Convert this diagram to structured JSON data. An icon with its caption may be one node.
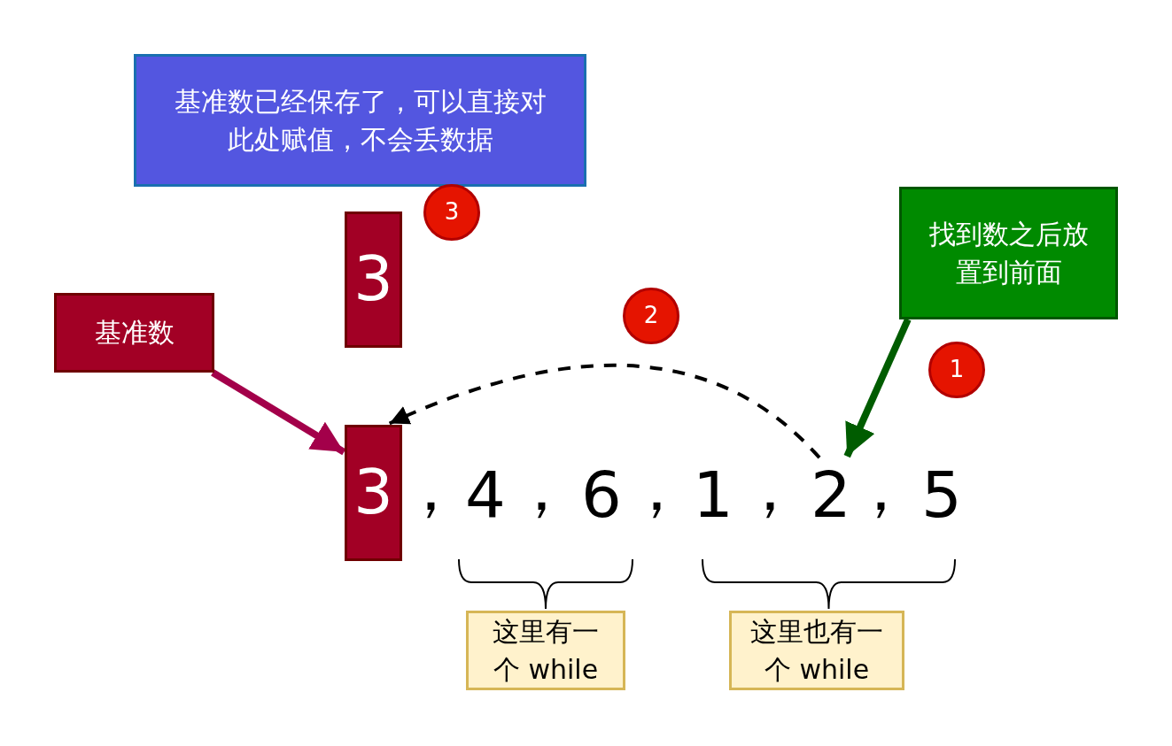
{
  "diagram": {
    "nodes": [
      {
        "text": [
          "基准数已经保存了，可以直接对此处赋值，不会丢数据"
        ]
      },
      {
        "text": [
          "3"
        ]
      },
      {
        "text": [
          "3"
        ]
      },
      {
        "text": [
          "找到数之后放置到前面"
        ]
      },
      {
        "text": [
          "2"
        ]
      },
      {
        "text": [
          "1"
        ]
      },
      {
        "text": [
          "基准数"
        ]
      },
      {
        "text": [
          "3"
        ]
      },
      {
        "text": [
          "2"
        ]
      },
      {
        "text": [
          "这里有一个 while"
        ]
      },
      {
        "text": [
          "这里也有一个 while"
        ]
      }
    ],
    "edges": [
      {
        "from": 6,
        "to": 7,
        "arrow": "to",
        "color": "#a3004a"
      },
      {
        "from": 3,
        "to": 8,
        "arrow": "to",
        "color": "#005c00"
      },
      {
        "from": 8,
        "to": 7,
        "arrow": "to",
        "style": "dashed",
        "color": "#000000"
      }
    ],
    "labels": [
      "，",
      "4",
      "，",
      "6",
      "，",
      "1",
      "，",
      "，",
      "5"
    ]
  }
}
